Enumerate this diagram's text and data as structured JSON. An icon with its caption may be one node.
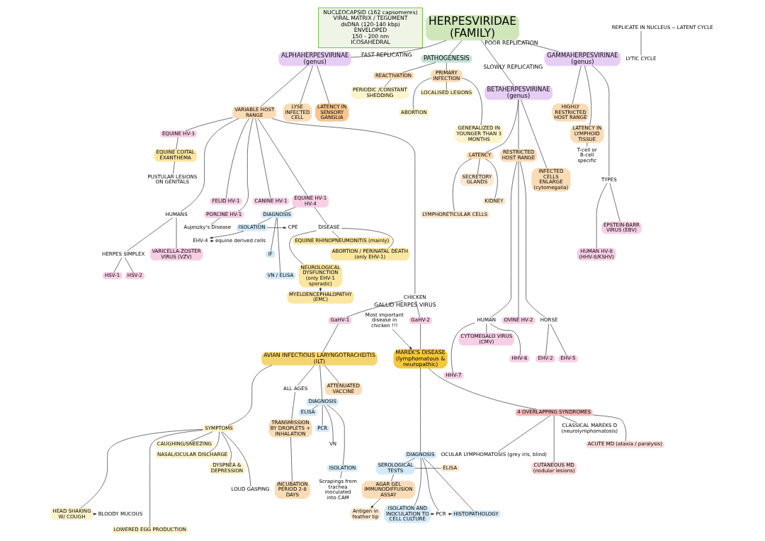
{
  "diagram": {
    "nodes": [
      {
        "text": [
          "HERPESVIRIDAE",
          "(FAMILY)"
        ]
      },
      {
        "text": [
          "NUCLEOCAPSID (162 capsomeres)",
          "VIRAL MATRIX / TEGUMENT",
          "dsDNA (120-140 kbp)",
          "ENVELOPED",
          "150 - 200 nm",
          "ICOSAHEDRAL"
        ]
      },
      {
        "text": [
          "REPLICATE IN NUCLEUS"
        ]
      },
      {
        "text": [
          "LATENT CYCLE"
        ]
      },
      {
        "text": [
          "LYTIC CYCLE"
        ]
      },
      {
        "text": [
          "ALPHAHERPESVIRINAE",
          "(genus)"
        ]
      },
      {
        "text": [
          "PATHOGENESIS"
        ]
      },
      {
        "text": [
          "BETAHERPESVIRINAE",
          "(genus)"
        ]
      },
      {
        "text": [
          "GAMMAHERPESVIRINAE",
          "(genus)"
        ]
      },
      {
        "text": [
          "VARIABLE HOST RANGE"
        ]
      },
      {
        "text": [
          "LYSE INFECTED CELL"
        ]
      },
      {
        "text": [
          "LATENCY IN SENSORY GANGLIA"
        ]
      },
      {
        "text": [
          "PRIMARY INFECTION"
        ]
      },
      {
        "text": [
          "REACTIVATION"
        ]
      },
      {
        "text": [
          "PERIODIC /CONSTANT SHEDDING"
        ]
      },
      {
        "text": [
          "LOCALISED LESIONS"
        ]
      },
      {
        "text": [
          "ABORTION"
        ]
      },
      {
        "text": [
          "GENERALIZED IN YOUNGER THAN 3 MONTHS"
        ]
      },
      {
        "text": [
          "EQUINE COITAL EXANTHEMA"
        ]
      },
      {
        "text": [
          "PUSTULAR LESIONS ON GENITALS"
        ]
      },
      {
        "text": [
          "EQUINE HV-3"
        ]
      },
      {
        "text": [
          "HUMANS"
        ]
      },
      {
        "text": [
          "FELID HV-1"
        ]
      },
      {
        "text": [
          "PORCINE HV-1"
        ]
      },
      {
        "text": [
          "Aujeszky's Disease"
        ]
      },
      {
        "text": [
          "CANINE HV-1"
        ]
      },
      {
        "text": [
          "EQUINE HV-1 HV-4"
        ]
      },
      {
        "text": [
          "HERPES SIMPLEX"
        ]
      },
      {
        "text": [
          "VARICELLA-ZOSTER VIRUS (VZV)"
        ]
      },
      {
        "text": [
          "HSV-1"
        ]
      },
      {
        "text": [
          "HSV-2"
        ]
      },
      {
        "text": [
          "CHICKEN"
        ]
      },
      {
        "text": [
          "DISEASE"
        ]
      },
      {
        "text": [
          "EQUINE RHINOPNEUMONITIS (mainly)"
        ]
      },
      {
        "text": [
          "ABORTION / PERINATAL DEATH (only EHV-1)"
        ]
      },
      {
        "text": [
          "NEUROLOGICAL DYSFUNCTION (only EHV-1 sporadic)"
        ]
      },
      {
        "text": [
          "MYELOENCEPHALOPATHY (EMC)"
        ]
      },
      {
        "text": [
          "DIAGNOSIS"
        ]
      },
      {
        "text": [
          "ISOLATION"
        ]
      },
      {
        "text": [
          "CPE"
        ]
      },
      {
        "text": [
          "EHV-4"
        ]
      },
      {
        "text": [
          "equine derived cells"
        ]
      },
      {
        "text": [
          "IF"
        ]
      },
      {
        "text": [
          "VN / ELISA"
        ]
      },
      {
        "text": [
          "GaHV-1"
        ]
      },
      {
        "text": [
          "GaHV-2"
        ]
      },
      {
        "text": [
          "Most important disease in chicken !!!"
        ]
      },
      {
        "text": [
          "AVIAN INFECTIOUS LARYNGOTRACHEITIS (ILT)"
        ]
      },
      {
        "text": [
          "MAREK'S DISEASE",
          "(lymphomatous & neuropathic)"
        ]
      },
      {
        "text": [
          "ALL AGES"
        ]
      },
      {
        "text": [
          "DIAGNOSIS"
        ]
      },
      {
        "text": [
          "ATTENUATED VACCINE"
        ]
      },
      {
        "text": [
          "SYMPTOMS"
        ]
      },
      {
        "text": [
          "TRANSMISSION BY DROPLETS + INHALATION"
        ]
      },
      {
        "text": [
          "INCUBATION PERIOD 2-8 DAYS"
        ]
      },
      {
        "text": [
          "ELISA"
        ]
      },
      {
        "text": [
          "PCR"
        ]
      },
      {
        "text": [
          "VN"
        ]
      },
      {
        "text": [
          "ISOLATION"
        ]
      },
      {
        "text": [
          "Scrapings from trachea inoculated into CAM"
        ]
      },
      {
        "text": [
          "CAUGHING/SNEEZING"
        ]
      },
      {
        "text": [
          "NASAL/OCULAR DISCHARGE"
        ]
      },
      {
        "text": [
          "DYSPNEA & DEPRESSION"
        ]
      },
      {
        "text": [
          "LOUD GASPING"
        ]
      },
      {
        "text": [
          "HEAD SHAKING W/ COUGH"
        ]
      },
      {
        "text": [
          "BLOODY MUCOUS"
        ]
      },
      {
        "text": [
          "LOWERED EGG PRODUCTION"
        ]
      },
      {
        "text": [
          "4 OVERLAPPING SYNDROMES"
        ]
      },
      {
        "text": [
          "CLASSICAL MAREKS D (neurolymphomatosis)"
        ]
      },
      {
        "text": [
          "ACUTE MD (ataxia / paralysis)"
        ]
      },
      {
        "text": [
          "OCULAR LYMPHOMATOSIS (grey iris, blind)"
        ]
      },
      {
        "text": [
          "CUTANEOUS MD (nodular lesions)"
        ]
      },
      {
        "text": [
          "DIAGNOSIS"
        ]
      },
      {
        "text": [
          "ISOLATION AND INOCULATION TO CELL CULTURE"
        ]
      },
      {
        "text": [
          "PCR"
        ]
      },
      {
        "text": [
          "HISTOPATHOLOGY"
        ]
      },
      {
        "text": [
          "SEROLOGICAL TESTS"
        ]
      },
      {
        "text": [
          "ELISA"
        ]
      },
      {
        "text": [
          "AGAR GEL IMMUNODIFFUSION ASSAY"
        ]
      },
      {
        "text": [
          "Antigen in feather tip"
        ]
      },
      {
        "text": [
          "RESTRICTED HOST RANGE"
        ]
      },
      {
        "text": [
          "INFECTED CELLS ENLARGE",
          "(cytomegalia)"
        ]
      },
      {
        "text": [
          "LATENCY"
        ]
      },
      {
        "text": [
          "SECRETORY GLANDS"
        ]
      },
      {
        "text": [
          "KIDNEY"
        ]
      },
      {
        "text": [
          "LYMPHORETICULAR CELLS"
        ]
      },
      {
        "text": [
          "HUMAN"
        ]
      },
      {
        "text": [
          "HORSE"
        ]
      },
      {
        "text": [
          "OVINE HV-2"
        ]
      },
      {
        "text": [
          "CYTOMEGALO VIRUS (CMV)"
        ]
      },
      {
        "text": [
          "HHV-6"
        ]
      },
      {
        "text": [
          "HHV-7"
        ]
      },
      {
        "text": [
          "EHV-2"
        ]
      },
      {
        "text": [
          "EHV-5"
        ]
      },
      {
        "text": [
          "HIGHLY RESTRICTED HOST RANGE"
        ]
      },
      {
        "text": [
          "LATENCY IN LYMPHOID TISSUE"
        ]
      },
      {
        "text": [
          "T-cell or B-cell specific"
        ]
      },
      {
        "text": [
          "TYPES"
        ]
      },
      {
        "text": [
          "EPSTEIN-BARR VIRUS (EBV)"
        ]
      },
      {
        "text": [
          "HUMAN HV-8 (HHV-8/KSHV)"
        ]
      }
    ],
    "edges": [
      {
        "from": 0,
        "to": 5,
        "arrow": "none",
        "label": "FAST REPLICATING"
      },
      {
        "from": 0,
        "to": 6,
        "arrow": "none"
      },
      {
        "from": 0,
        "to": 7,
        "arrow": "none",
        "label": "SLOWLY REPLICATING"
      },
      {
        "from": 0,
        "to": 8,
        "arrow": "none",
        "label": "POOR REPLICATION"
      },
      {
        "from": 2,
        "to": 3,
        "arrow": "none"
      },
      {
        "from": 2,
        "to": 4,
        "arrow": "none"
      },
      {
        "from": 5,
        "to": 9,
        "arrow": "none"
      },
      {
        "from": 5,
        "to": 10,
        "arrow": "none"
      },
      {
        "from": 5,
        "to": 11,
        "arrow": "none"
      },
      {
        "from": 6,
        "to": 12,
        "arrow": "none"
      },
      {
        "from": 6,
        "to": 13,
        "arrow": "none"
      },
      {
        "from": 13,
        "to": 14,
        "arrow": "none"
      },
      {
        "from": 12,
        "to": 15,
        "arrow": "none"
      },
      {
        "from": 12,
        "to": 16,
        "arrow": "none"
      },
      {
        "from": 12,
        "to": 17,
        "arrow": "none"
      },
      {
        "from": 9,
        "to": 21,
        "arrow": "none"
      },
      {
        "from": 9,
        "to": 22,
        "arrow": "none"
      },
      {
        "from": 9,
        "to": 23,
        "arrow": "none"
      },
      {
        "from": 9,
        "to": 31,
        "arrow": "none"
      },
      {
        "from": 9,
        "to": 25,
        "arrow": "none"
      },
      {
        "from": 9,
        "to": 26,
        "arrow": "none"
      },
      {
        "from": 9,
        "to": 20,
        "arrow": "none"
      },
      {
        "from": 20,
        "to": 18,
        "arrow": "none"
      },
      {
        "from": 18,
        "to": 19,
        "arrow": "none"
      },
      {
        "from": 21,
        "to": 27,
        "arrow": "none"
      },
      {
        "from": 21,
        "to": 28,
        "arrow": "none"
      },
      {
        "from": 27,
        "to": 29,
        "arrow": "none"
      },
      {
        "from": 27,
        "to": 30,
        "arrow": "none"
      },
      {
        "from": 23,
        "to": 24,
        "arrow": "none"
      },
      {
        "from": 26,
        "to": 32,
        "arrow": "none"
      },
      {
        "from": 26,
        "to": 37,
        "arrow": "none"
      },
      {
        "from": 32,
        "to": 33,
        "arrow": "none"
      },
      {
        "from": 32,
        "to": 34,
        "arrow": "none"
      },
      {
        "from": 32,
        "to": 35,
        "arrow": "none"
      },
      {
        "from": 35,
        "to": 36,
        "arrow": "to"
      },
      {
        "from": 37,
        "to": 38,
        "arrow": "none"
      },
      {
        "from": 37,
        "to": 42,
        "arrow": "none"
      },
      {
        "from": 37,
        "to": 43,
        "arrow": "none"
      },
      {
        "from": 38,
        "to": 39,
        "arrow": "to"
      },
      {
        "from": 38,
        "to": 40,
        "arrow": "to"
      },
      {
        "from": 40,
        "to": 41,
        "arrow": "to"
      },
      {
        "from": 31,
        "to": 44,
        "arrow": "none",
        "label": "GALLID HERPES VIRUS"
      },
      {
        "from": 31,
        "to": 45,
        "arrow": "none"
      },
      {
        "from": 44,
        "to": 47,
        "arrow": "none"
      },
      {
        "from": 45,
        "to": 48,
        "arrow": "none"
      },
      {
        "from": 46,
        "to": 48,
        "arrow": "to"
      },
      {
        "from": 47,
        "to": 49,
        "arrow": "none"
      },
      {
        "from": 47,
        "to": 50,
        "arrow": "none"
      },
      {
        "from": 47,
        "to": 51,
        "arrow": "none"
      },
      {
        "from": 47,
        "to": 52,
        "arrow": "none"
      },
      {
        "from": 49,
        "to": 53,
        "arrow": "none"
      },
      {
        "from": 53,
        "to": 54,
        "arrow": "none"
      },
      {
        "from": 50,
        "to": 55,
        "arrow": "none"
      },
      {
        "from": 50,
        "to": 56,
        "arrow": "none"
      },
      {
        "from": 50,
        "to": 57,
        "arrow": "none"
      },
      {
        "from": 50,
        "to": 58,
        "arrow": "none"
      },
      {
        "from": 58,
        "to": 59,
        "arrow": "none"
      },
      {
        "from": 52,
        "to": 60,
        "arrow": "none"
      },
      {
        "from": 52,
        "to": 61,
        "arrow": "none"
      },
      {
        "from": 52,
        "to": 62,
        "arrow": "none"
      },
      {
        "from": 52,
        "to": 63,
        "arrow": "none"
      },
      {
        "from": 52,
        "to": 64,
        "arrow": "none"
      },
      {
        "from": 64,
        "to": 65,
        "arrow": "to"
      },
      {
        "from": 52,
        "to": 66,
        "arrow": "none"
      },
      {
        "from": 48,
        "to": 67,
        "arrow": "none"
      },
      {
        "from": 48,
        "to": 72,
        "arrow": "none"
      },
      {
        "from": 67,
        "to": 68,
        "arrow": "none"
      },
      {
        "from": 67,
        "to": 69,
        "arrow": "none"
      },
      {
        "from": 67,
        "to": 70,
        "arrow": "none"
      },
      {
        "from": 67,
        "to": 71,
        "arrow": "none"
      },
      {
        "from": 72,
        "to": 73,
        "arrow": "none"
      },
      {
        "from": 72,
        "to": 74,
        "arrow": "none"
      },
      {
        "from": 72,
        "to": 75,
        "arrow": "none"
      },
      {
        "from": 72,
        "to": 76,
        "arrow": "none"
      },
      {
        "from": 73,
        "to": 74,
        "arrow": "to"
      },
      {
        "from": 74,
        "to": 75,
        "arrow": "to"
      },
      {
        "from": 76,
        "to": 78,
        "arrow": "none"
      },
      {
        "from": 78,
        "to": 79,
        "arrow": "to"
      },
      {
        "from": 76,
        "to": 77,
        "arrow": "none"
      },
      {
        "from": 7,
        "to": 80,
        "arrow": "none"
      },
      {
        "from": 7,
        "to": 81,
        "arrow": "none"
      },
      {
        "from": 7,
        "to": 82,
        "arrow": "none"
      },
      {
        "from": 82,
        "to": 83,
        "arrow": "none"
      },
      {
        "from": 82,
        "to": 84,
        "arrow": "none"
      },
      {
        "from": 82,
        "to": 85,
        "arrow": "none"
      },
      {
        "from": 80,
        "to": 86,
        "arrow": "none"
      },
      {
        "from": 80,
        "to": 87,
        "arrow": "none"
      },
      {
        "from": 80,
        "to": 88,
        "arrow": "none"
      },
      {
        "from": 86,
        "to": 89,
        "arrow": "none"
      },
      {
        "from": 86,
        "to": 90,
        "arrow": "none"
      },
      {
        "from": 86,
        "to": 91,
        "arrow": "none"
      },
      {
        "from": 87,
        "to": 92,
        "arrow": "none"
      },
      {
        "from": 87,
        "to": 93,
        "arrow": "none"
      },
      {
        "from": 8,
        "to": 94,
        "arrow": "none"
      },
      {
        "from": 8,
        "to": 95,
        "arrow": "none"
      },
      {
        "from": 8,
        "to": 97,
        "arrow": "none"
      },
      {
        "from": 95,
        "to": 96,
        "arrow": "none"
      },
      {
        "from": 97,
        "to": 98,
        "arrow": "none"
      },
      {
        "from": 97,
        "to": 99,
        "arrow": "none"
      }
    ]
  }
}
